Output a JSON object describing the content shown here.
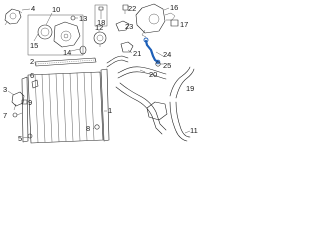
{
  "callouts": {
    "c4": "4",
    "c15": "15",
    "c10": "10",
    "c13": "13",
    "c18": "18",
    "c12": "12",
    "c14": "14",
    "c16": "16",
    "c17": "17",
    "c22": "22",
    "c23": "23",
    "c24": "24",
    "c25": "25",
    "c21": "21",
    "c20": "20",
    "c19": "19",
    "c2": "2",
    "c6": "6",
    "c3": "3",
    "c7": "7",
    "c9": "9",
    "c8": "8",
    "c5": "5",
    "c1": "1",
    "c11": "11"
  },
  "colors": {
    "highlight": "#1c5fb8",
    "line": "#222222"
  }
}
